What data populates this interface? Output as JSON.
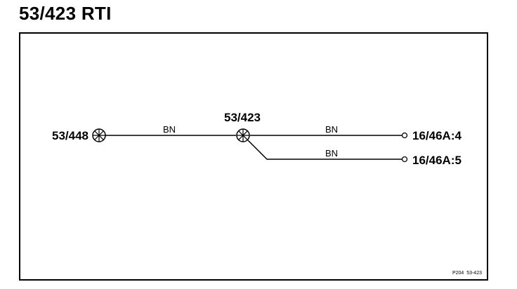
{
  "title": "53/423 RTI",
  "connectors": {
    "left": "53/448",
    "center": "53/423",
    "right_top": "16/46A:4",
    "right_bottom": "16/46A:5"
  },
  "wires": {
    "left_to_center": "BN",
    "center_to_top": "BN",
    "center_to_bottom": "BN"
  },
  "reference": "P204  53-423"
}
